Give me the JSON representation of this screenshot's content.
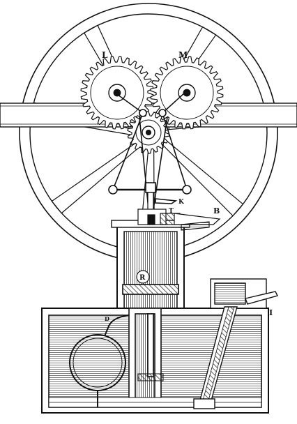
{
  "labels": {
    "gear_left": "L",
    "gear_right": "M",
    "lever_k": "K",
    "fitting_t": "T",
    "lever_b": "B",
    "valve_r": "R",
    "tank_d": "D",
    "box_i": "I"
  },
  "colors": {
    "ink": "#111111",
    "paper": "#ffffff"
  }
}
